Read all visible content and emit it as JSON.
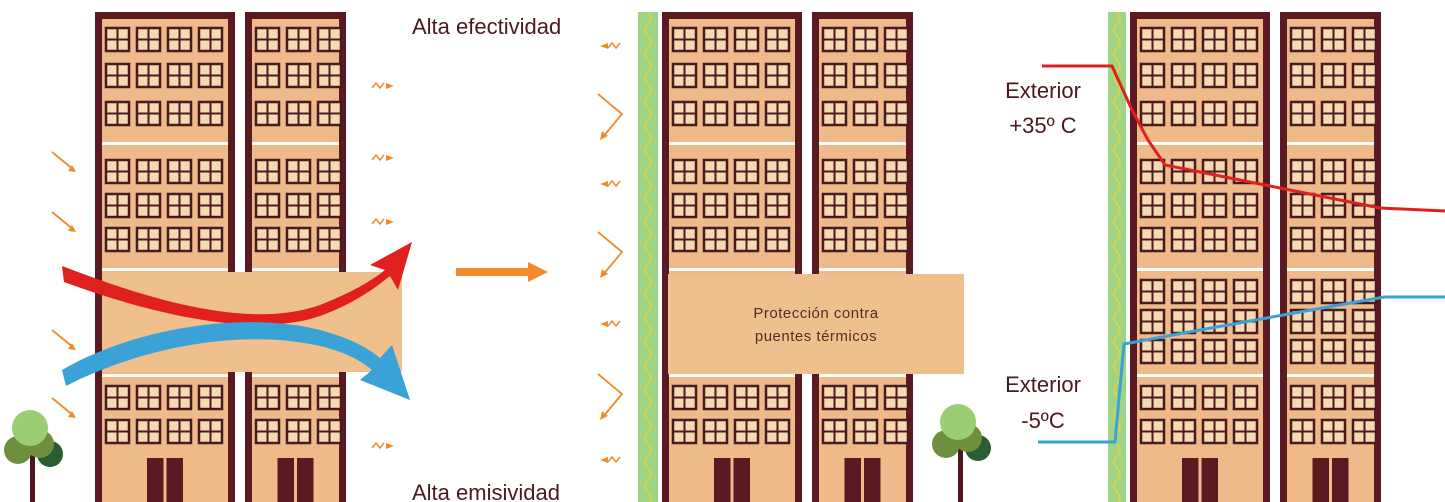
{
  "labels": {
    "high_effectiveness": "Alta efectividad",
    "high_emissivity": "Alta emisividad",
    "bridge_protection_line1": "Protección  contra",
    "bridge_protection_line2": "puentes  térmicos",
    "exterior_hot_line1": "Exterior",
    "exterior_hot_line2": "+35º C",
    "exterior_cold_line1": "Exterior",
    "exterior_cold_line2": "-5ºC"
  },
  "colors": {
    "wall": "#5b1a22",
    "facade": "#eeba8a",
    "bridge": "#efc08e",
    "window_frame": "#4a1a1e",
    "window_pane": "#f5d9b3",
    "hot": "#e0201e",
    "cold": "#3aa2d6",
    "sun": "#f08a2b",
    "insulation": "#9ed483",
    "insulation_wave": "#e8d13a",
    "tree_light": "#9bcd72",
    "tree_mid": "#6f8f3e",
    "tree_dark": "#2b5c34",
    "trunk": "#4a1a1e"
  },
  "icons": [
    "sun-ray-icon",
    "reflected-ray-icon",
    "heat-flow-arrow-icon",
    "transition-arrow-icon",
    "tree-icon"
  ]
}
